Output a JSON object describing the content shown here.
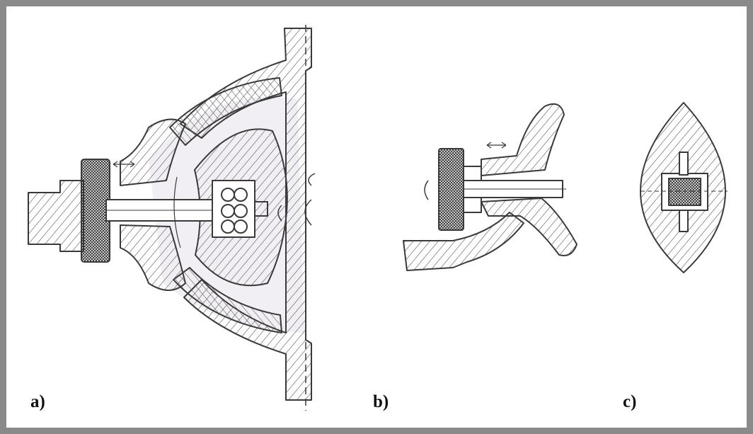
{
  "panels": [
    {
      "id": "a",
      "label": "a)"
    },
    {
      "id": "b",
      "label": "b)"
    },
    {
      "id": "c",
      "label": "c)"
    }
  ],
  "colors": {
    "frame": "#8a8a8a",
    "pencil": "#3a3a3a",
    "paper_tint": "#f1eff3",
    "hatch": "#555555"
  }
}
